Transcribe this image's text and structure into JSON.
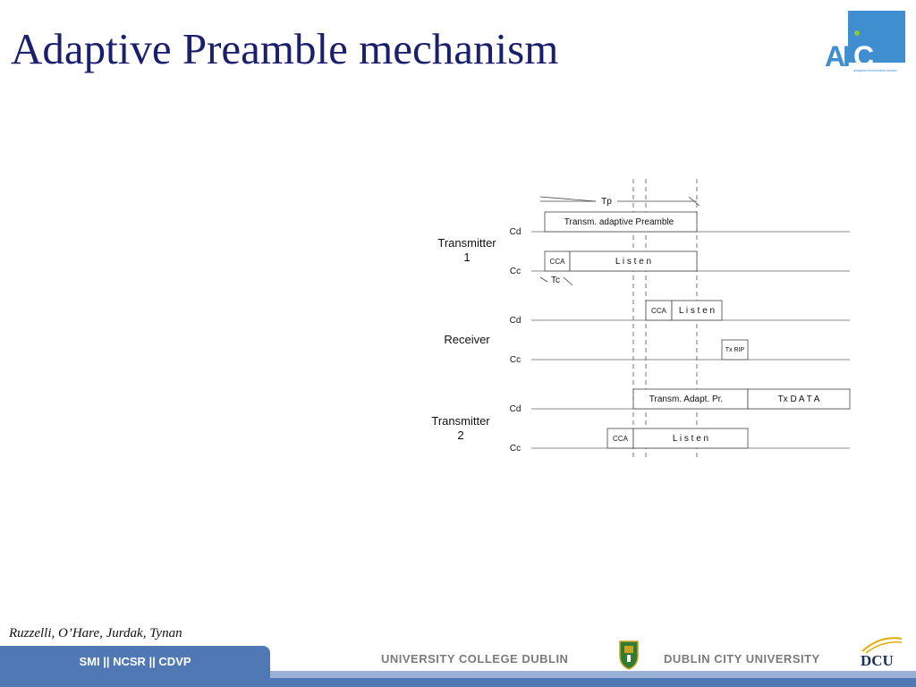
{
  "slide": {
    "title": "Adaptive Preamble mechanism",
    "authors": "Ruzzelli, O’Hare, Jurdak, Tynan"
  },
  "logo": {
    "letters": "AIC",
    "tagline": "adaptive information cluster",
    "color": "#3e8ed0"
  },
  "diagram": {
    "tp_label": "Tp",
    "tc_label": "Tc",
    "channel_cd": "Cd",
    "channel_cc": "Cc",
    "transmitter1": {
      "line1": "Transmitter",
      "line2": "1",
      "preamble": "Transm. adaptive  Preamble",
      "cca": "CCA",
      "listen": "L  i  s  t  e  n"
    },
    "receiver": {
      "label": "Receiver",
      "cca": "CCA",
      "listen": "L i s t e n",
      "tx_rip": "Tx RIP"
    },
    "transmitter2": {
      "line1": "Transmitter",
      "line2": "2",
      "preamble": "Transm. Adapt. Pr.",
      "data": "Tx   D  A  T  A",
      "cca": "CCA",
      "listen": "L    i    s    t    e    n"
    }
  },
  "footer": {
    "left": "SMI  ||  NCSR  ||  CDVP",
    "ucd": "UNIVERSITY COLLEGE DUBLIN",
    "dcu": "DUBLIN CITY UNIVERSITY",
    "dcu_logo": "DCU",
    "bar_color": "#4f78b4"
  }
}
